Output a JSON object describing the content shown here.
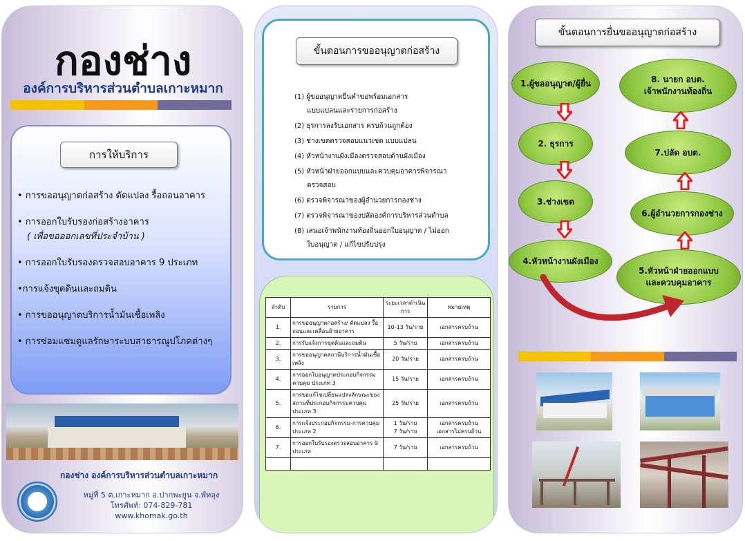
{
  "left": {
    "title": "กองช่าง",
    "org": "องค์การบริหารส่วนตำบลเกาะหมาก",
    "services_heading": "การให้บริการ",
    "services": [
      "• การขออนุญาตก่อสร้าง ดัดแปลง รื้อถอนอาคาร",
      "•  การออกใบรับรองก่อสร้างอาคาร",
      "•การแจ้งขุดดินและถมดิน",
      "• การขออนุญาตบริการน้ำมันเชื้อเพลิง",
      "• การซ่อมแซมดูแลรักษาระบบสาธารณูปโภคต่างๆ"
    ],
    "service_2_note": "( เพื่อขอออกเลขที่ประจำบ้าน )",
    "service_3": "• การออกใบรับรองตรวจสอบอาคาร 9 ประเภท",
    "footer_org": "กองช่าง องค์การบริหารส่วนตำบลเกาะหมาก",
    "address": "หมู่ที่ 5 ต.เกาะหมาก อ.ปากพะยูน จ.พัทลุง",
    "phone": "โทรศัพท์: 074-829-781",
    "website": "www.khomak.go.th",
    "colors": {
      "yellow": "#f6c200",
      "orange": "#f79a1c",
      "purple": "#6f6b9b",
      "title_blue": "#1f3a8a"
    }
  },
  "middle": {
    "steps_heading": "ขั้นตอนการขออนุญาตก่อสร้าง",
    "steps": [
      {
        "num": "(1)",
        "lines": [
          "ผู้ขออนุญาตยื่นคำขอพร้อมเอกสาร",
          "แบบแปลนและรายการก่อสร้าง"
        ]
      },
      {
        "num": "(2)",
        "lines": [
          "ธุรการลงรับเอกสาร ครบถ้วนถูกต้อง"
        ]
      },
      {
        "num": "(3)",
        "lines": [
          "ช่างเขตตรวจสอบแนวเขต แบบแปลน"
        ]
      },
      {
        "num": "(4)",
        "lines": [
          "หัวหน้างานผังเมืองตรวจสอบด้านผังเมือง"
        ]
      },
      {
        "num": "(5)",
        "lines": [
          "หัวหน้าฝ่ายออกแบบและควบคุมอาคารพิจารณา",
          "ตรวจสอบ"
        ]
      },
      {
        "num": "(6)",
        "lines": [
          "ตรวจพิจารณาของผู้อำนวยการกองช่าง"
        ]
      },
      {
        "num": "(7)",
        "lines": [
          "ตรวจพิจารณาของปลัดองค์การบริหารส่วนตำบล"
        ]
      },
      {
        "num": "(8)",
        "lines": [
          "เสนอเจ้าพนักงานท้องถิ่นออกใบอนุญาต / ไม่ออก",
          "ใบอนุญาต / แก้ไขปรับปรุง"
        ]
      }
    ],
    "table": {
      "headers": [
        "ลำดับ",
        "รายการ",
        "ระยะเวลาดำเนินการ",
        "หมายเหตุ"
      ],
      "rows": [
        {
          "no": "1.",
          "item": "การขออนุญาตก่อสร้าง/ ดัดแปลง รื้อถอนและเคลื่อนย้ายอาคาร",
          "time": "10-13 วัน/ราย",
          "note": "เอกสารครบถ้วน"
        },
        {
          "no": "2.",
          "item": "การรับแจ้งการขุดดินและถมดิน",
          "time": "5  วัน/ราย",
          "note": "เอกสารครบถ้วน"
        },
        {
          "no": "3.",
          "item": "การขออนุญาตสถานีบริการน้ำมันเชื้อเพลิง",
          "time": "20 วัน/ราย",
          "note": "เอกสารครบถ้วน"
        },
        {
          "no": "4.",
          "item": "การออกใบอนุญาตประกอบกิจกรรมควบคุม ประเภท 3",
          "time": "15 วัน/ราย",
          "note": "เอกสารครบถ้วน"
        },
        {
          "no": "5.",
          "item": "การขอแก้ไขเปลี่ยนแปลงลักษณะของสถานที่ประกอบกิจกรรมควบคุม ประเภท 3",
          "time": "25 วัน/ราย",
          "note": "เอกสารครบถ้วน"
        },
        {
          "no": "6.",
          "item": "การแจ้งประกอบกิจกรรม-การควบคุมประเภท 2",
          "time": "1 วัน/ราย\n7 วัน/ราย",
          "note": "เอกสารครบถ้วน\nเอกสารไม่ครบถ้วน"
        },
        {
          "no": "7.",
          "item": "การออกใบรับรองตรวจสอบอาคาร 9 ประเภท",
          "time": "7 วัน/ราย",
          "note": "เอกสารครบถ้วน"
        }
      ]
    }
  },
  "right": {
    "flow_heading": "ขั้นตอนการยื่นขออนุญาตก่อสร้าง",
    "nodes": {
      "n1": "1.ผู้ขออนุญาต/ผู้ยื่น",
      "n2": "2. ธุรการ",
      "n3": "3.ช่างเขต",
      "n4": "4.หัวหน้างานผังเมือง",
      "n5a": "5.หัวหน้าฝ่ายออกแบบ",
      "n5b": "และควบคุมอาคาร",
      "n6": "6.ผู้อำนวยการกองช่าง",
      "n7": "7.ปลัด อบต.",
      "n8a": "8. นายก อบต.",
      "n8b": "เจ้าพนักงานท้องถิ่น"
    },
    "colors": {
      "node_green": "#8dc63f",
      "arrow_red": "#e32020",
      "curve_red": "#c0262d"
    }
  }
}
